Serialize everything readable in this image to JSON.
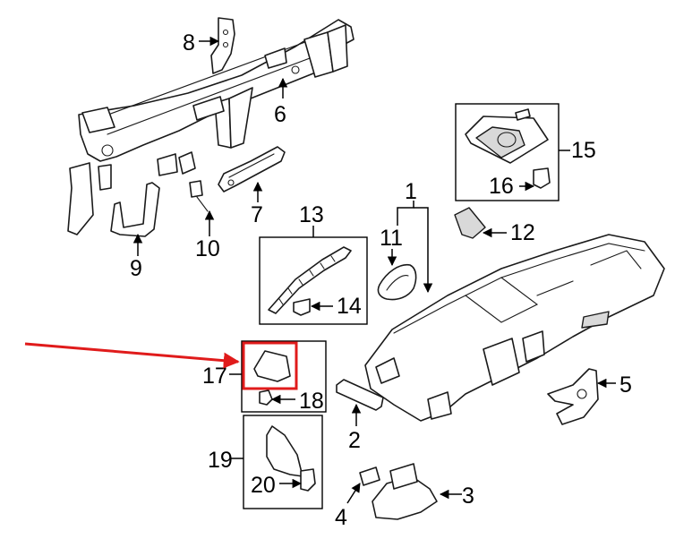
{
  "diagram": {
    "callouts": [
      {
        "id": "1",
        "label": "1"
      },
      {
        "id": "2",
        "label": "2"
      },
      {
        "id": "3",
        "label": "3"
      },
      {
        "id": "4",
        "label": "4"
      },
      {
        "id": "5",
        "label": "5"
      },
      {
        "id": "6",
        "label": "6"
      },
      {
        "id": "7",
        "label": "7"
      },
      {
        "id": "8",
        "label": "8"
      },
      {
        "id": "9",
        "label": "9"
      },
      {
        "id": "10",
        "label": "10"
      },
      {
        "id": "11",
        "label": "11"
      },
      {
        "id": "12",
        "label": "12"
      },
      {
        "id": "13",
        "label": "13"
      },
      {
        "id": "14",
        "label": "14"
      },
      {
        "id": "15",
        "label": "15"
      },
      {
        "id": "16",
        "label": "16"
      },
      {
        "id": "17",
        "label": "17"
      },
      {
        "id": "18",
        "label": "18"
      },
      {
        "id": "19",
        "label": "19"
      },
      {
        "id": "20",
        "label": "20"
      }
    ],
    "highlight": {
      "target_part": "17",
      "color": "#e01b1b"
    }
  }
}
